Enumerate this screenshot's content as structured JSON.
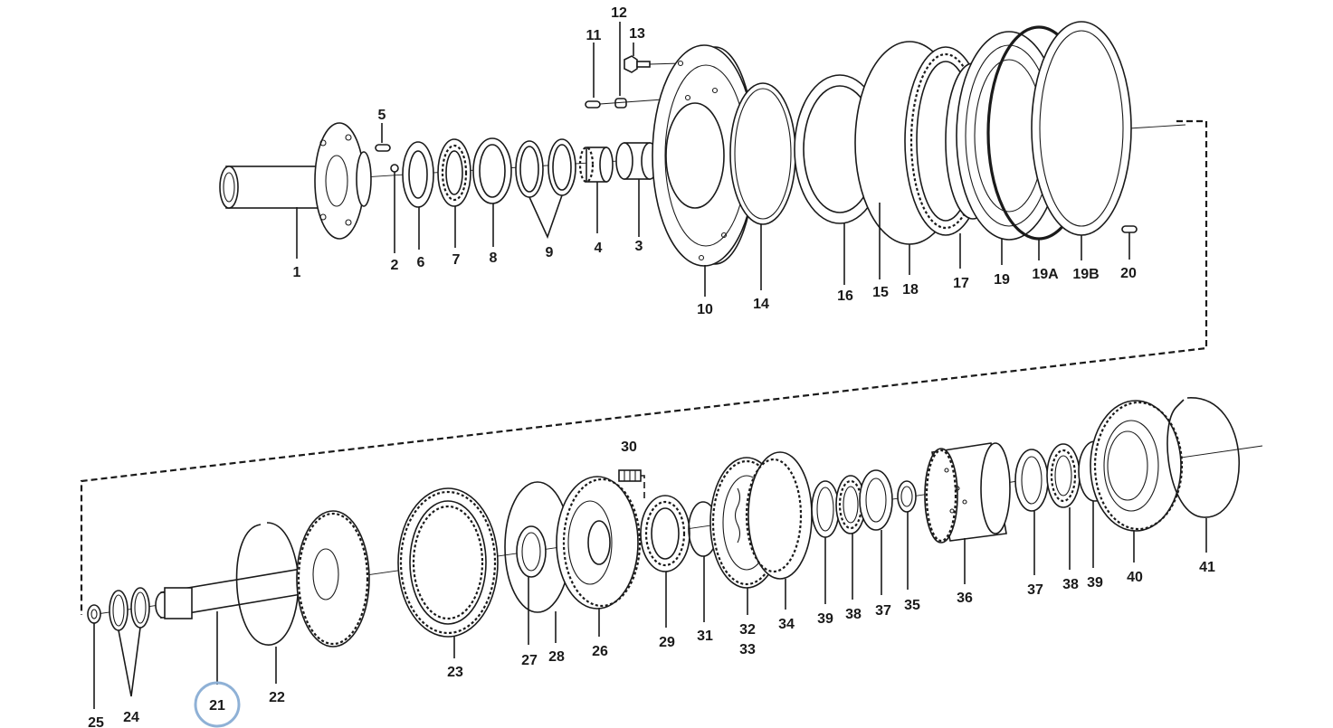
{
  "accent_color": "#8fb1d6",
  "highlighted_part": "21",
  "labels": {
    "l1": "1",
    "l2": "2",
    "l3": "3",
    "l4": "4",
    "l5": "5",
    "l6": "6",
    "l7": "7",
    "l8": "8",
    "l9": "9",
    "l10": "10",
    "l11": "11",
    "l12": "12",
    "l13": "13",
    "l14": "14",
    "l15": "15",
    "l16": "16",
    "l17": "17",
    "l18": "18",
    "l19": "19",
    "l19a": "19A",
    "l19b": "19B",
    "l20": "20",
    "l21": "21",
    "l22": "22",
    "l23": "23",
    "l24": "24",
    "l25": "25",
    "l26": "26",
    "l27": "27",
    "l28": "28",
    "l29": "29",
    "l30": "30",
    "l31": "31",
    "l32": "32",
    "l33": "33",
    "l34": "34",
    "l35": "35",
    "l36": "36",
    "l37a": "37",
    "l37b": "37",
    "l38a": "38",
    "l38b": "38",
    "l39a": "39",
    "l39b": "39",
    "l40": "40",
    "l41": "41"
  }
}
